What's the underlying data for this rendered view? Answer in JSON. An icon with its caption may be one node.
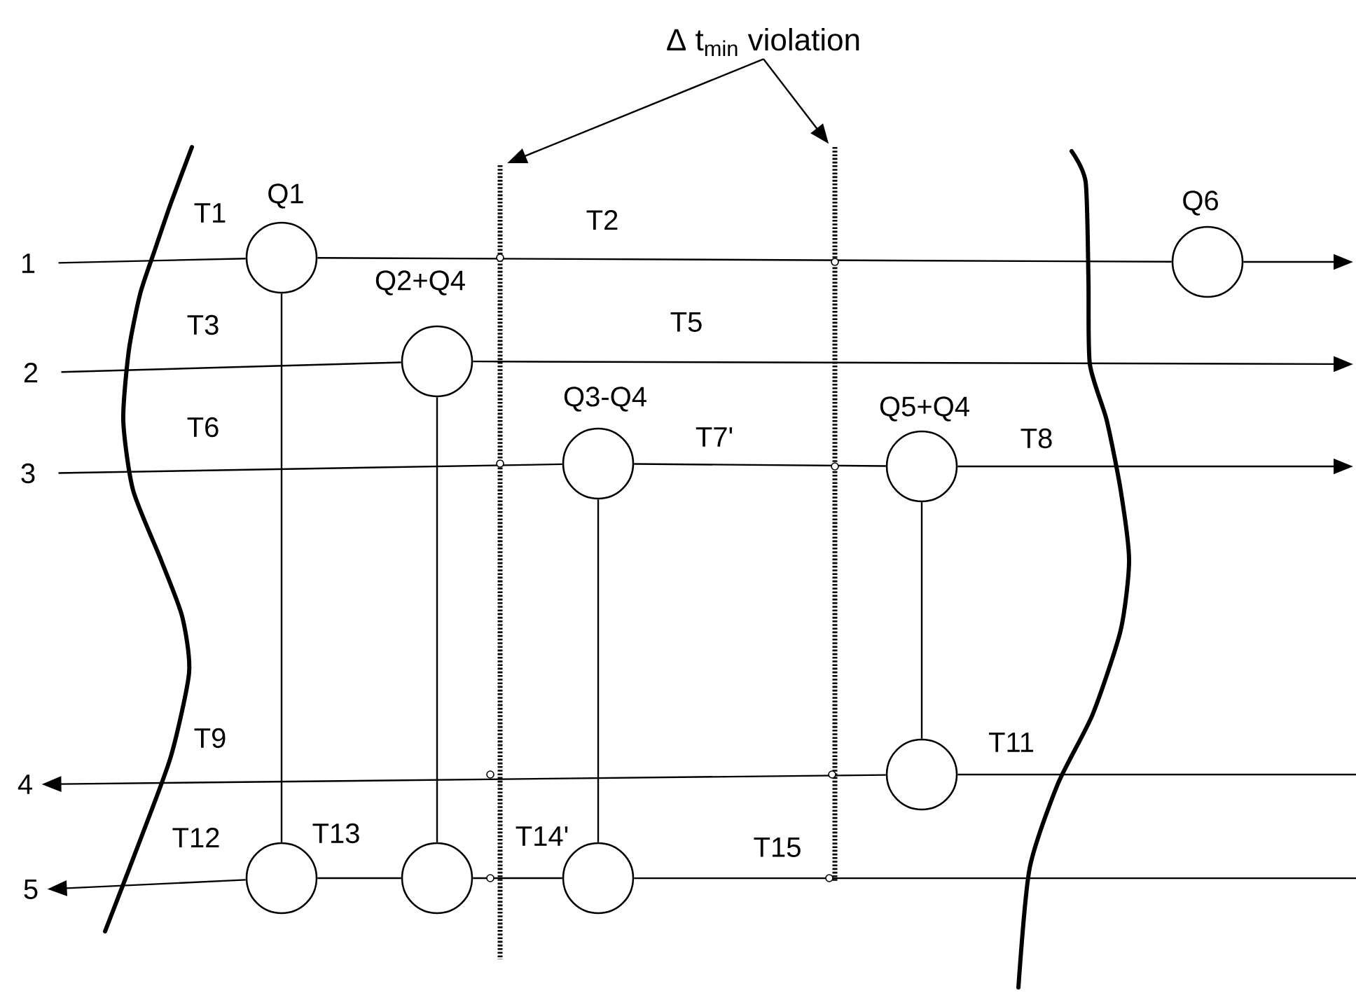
{
  "diagram": {
    "nodes": [
      {
        "text": [
          "Δ t$_{min}$ violation"
        ]
      },
      {
        "text": [],
        "shape": "line"
      },
      {
        "text": [],
        "shape": "line"
      },
      {
        "text": [
          "1"
        ]
      },
      {
        "text": [],
        "shape": "circle",
        "beside": [
          "Q1"
        ]
      },
      {
        "text": [],
        "shape": "circle",
        "beside": [
          "Q6"
        ]
      },
      {
        "text": [
          "2"
        ]
      },
      {
        "text": [],
        "shape": "circle",
        "beside": [
          "Q2+Q4"
        ]
      },
      {
        "text": [
          "3"
        ]
      },
      {
        "text": [],
        "shape": "circle",
        "beside": [
          "Q3-Q4"
        ]
      },
      {
        "text": [],
        "shape": "circle",
        "beside": [
          "Q5+Q4"
        ]
      },
      {
        "text": [
          "4"
        ]
      },
      {
        "text": [],
        "shape": "circle"
      },
      {
        "text": [
          "5"
        ]
      },
      {
        "text": [],
        "shape": "circle"
      },
      {
        "text": [],
        "shape": "circle"
      },
      {
        "text": [],
        "shape": "circle"
      }
    ],
    "edges": [
      {
        "from": 0,
        "to": 1,
        "arrow": "to"
      },
      {
        "from": 0,
        "to": 2,
        "arrow": "to"
      },
      {
        "from": 3,
        "to": 4,
        "arrow": "none",
        "label": "T1"
      },
      {
        "from": 4,
        "to": 5,
        "arrow": "none",
        "label": "T2"
      },
      {
        "from": 5,
        "to": null,
        "arrow": "to"
      },
      {
        "from": 6,
        "to": 7,
        "arrow": "none",
        "label": "T3"
      },
      {
        "from": 7,
        "to": null,
        "arrow": "to",
        "label": "T5"
      },
      {
        "from": 8,
        "to": 9,
        "arrow": "none",
        "label": "T6"
      },
      {
        "from": 9,
        "to": 10,
        "arrow": "none",
        "label": "T7'"
      },
      {
        "from": 10,
        "to": null,
        "arrow": "to",
        "label": "T8"
      },
      {
        "from": null,
        "to": 12,
        "arrow": "none",
        "label": "T11"
      },
      {
        "from": 12,
        "to": 11,
        "arrow": "to",
        "label": "T9"
      },
      {
        "from": null,
        "to": 16,
        "arrow": "none",
        "label": "T15"
      },
      {
        "from": 16,
        "to": 15,
        "arrow": "none",
        "label": "T14'"
      },
      {
        "from": 15,
        "to": 14,
        "arrow": "none",
        "label": "T13"
      },
      {
        "from": 14,
        "to": 13,
        "arrow": "to",
        "label": "T12"
      },
      {
        "from": 4,
        "to": 14,
        "arrow": "none"
      },
      {
        "from": 7,
        "to": 15,
        "arrow": "none"
      },
      {
        "from": 9,
        "to": 16,
        "arrow": "none"
      },
      {
        "from": 10,
        "to": 12,
        "arrow": "none"
      }
    ]
  }
}
